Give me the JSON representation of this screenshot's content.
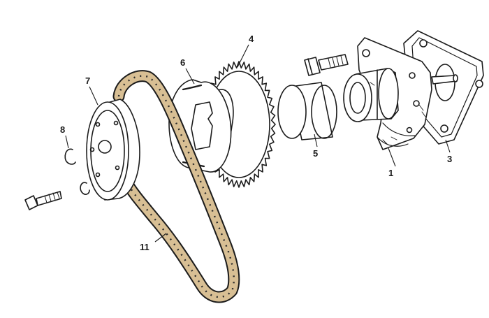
{
  "diagram": {
    "callouts": {
      "housing": "1",
      "gasket": "3",
      "sprocket": "4",
      "sleeve": "5",
      "dog_plate": "6",
      "pulley": "7",
      "circlip": "8",
      "chain": "11"
    }
  },
  "colors": {
    "chain": "#d8bf94",
    "ink": "#1b1b1b",
    "background": "#ffffff"
  }
}
